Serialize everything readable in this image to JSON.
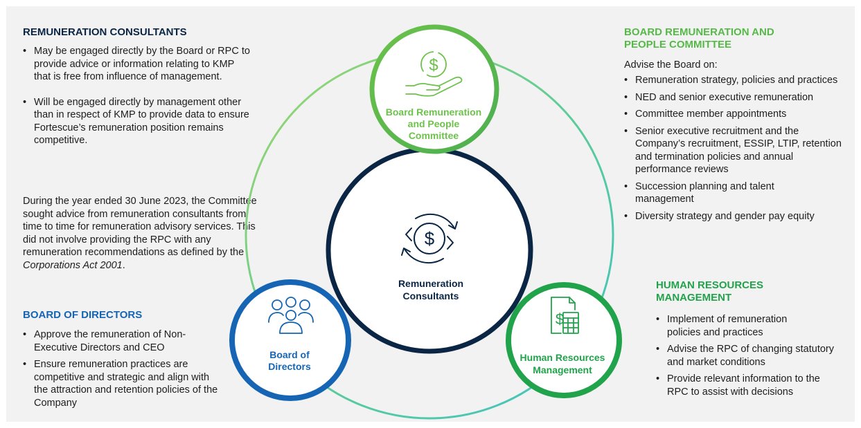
{
  "colors": {
    "navy": "#0b2545",
    "green": "#56b947",
    "green_dark": "#21a34b",
    "light_green": "#78c95a",
    "blue": "#1565b4",
    "teal": "#3fc3c4",
    "panel_bg": "#f2f2f2"
  },
  "remuneration_consultants": {
    "heading": "REMUNERATION CONSULTANTS",
    "bullets": [
      "May be engaged directly by the Board or RPC to provide advice or information relating to KMP that is free from influence of management.",
      "Will be engaged directly by management other than in respect of KMP to provide data to ensure Fortescue’s remuneration position remains competitive."
    ],
    "paragraph_main": "During the year ended 30 June 2023, the Committee sought advice from remuneration consultants from time to time for remuneration advisory services. This did not involve providing the RPC with any remuneration recommendations as defined by the ",
    "paragraph_italic": "Corporations Act 2001",
    "paragraph_end": "."
  },
  "board_of_directors": {
    "heading": "BOARD OF DIRECTORS",
    "bullets": [
      "Approve the remuneration of Non-Executive Directors and CEO",
      "Ensure remuneration practices are competitive and strategic and align with the attraction and retention policies of the Company"
    ]
  },
  "board_committee": {
    "heading_line1": "BOARD REMUNERATION AND",
    "heading_line2": "PEOPLE COMMITTEE",
    "intro": "Advise the Board on:",
    "bullets": [
      "Remuneration strategy, policies and practices",
      "NED and senior executive remuneration",
      "Committee member appointments",
      "Senior executive recruitment and the Company’s recruitment, ESSIP, LTIP, retention and termination policies and annual performance reviews",
      "Succession planning and talent management",
      "Diversity strategy and gender pay equity"
    ]
  },
  "hr_management": {
    "heading_line1": "HUMAN RESOURCES",
    "heading_line2": "MANAGEMENT",
    "bullets": [
      "Implement of remuneration policies and practices",
      "Advise the RPC of changing statutory and market conditions",
      "Provide relevant information to the RPC to assist with decisions"
    ]
  },
  "diagram": {
    "center": {
      "line1": "Remuneration",
      "line2": "Consultants",
      "icon": "dollar-cycle-icon"
    },
    "top": {
      "line1": "Board Remuneration",
      "line2": "and People",
      "line3": "Committee",
      "icon": "hand-dollar-icon"
    },
    "left": {
      "line1": "Board of",
      "line2": "Directors",
      "icon": "people-group-icon"
    },
    "right": {
      "line1": "Human Resources",
      "line2": "Management",
      "icon": "document-calculator-icon"
    }
  }
}
